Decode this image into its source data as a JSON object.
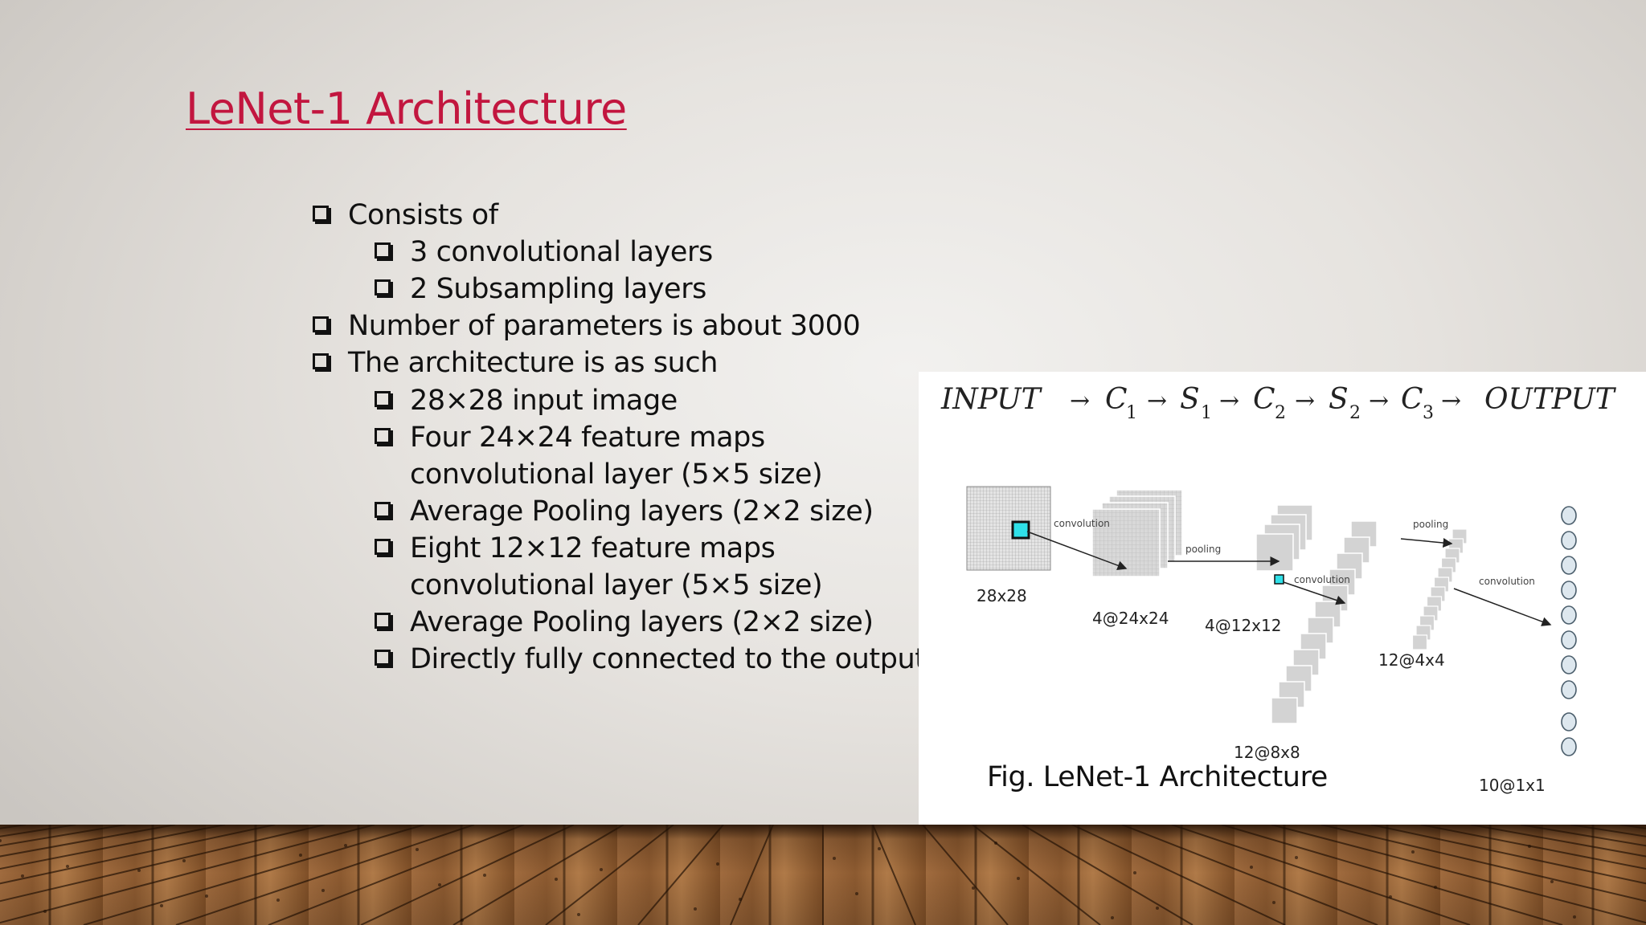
{
  "slide": {
    "title": "LeNet-1 Architecture",
    "bullets": [
      {
        "level": 1,
        "text": "Consists of"
      },
      {
        "level": 2,
        "text": "3 convolutional layers"
      },
      {
        "level": 2,
        "text": "2 Subsampling layers"
      },
      {
        "level": 1,
        "text": "Number of parameters is about 3000"
      },
      {
        "level": 1,
        "text": "The architecture is as such"
      },
      {
        "level": 2,
        "text": "28×28 input image"
      },
      {
        "level": 2,
        "text": "Four 24×24 feature maps"
      },
      {
        "level": 2,
        "continuation": true,
        "text": "convolutional layer (5×5 size)"
      },
      {
        "level": 2,
        "text": "Average Pooling layers (2×2 size)"
      },
      {
        "level": 2,
        "text": "Eight 12×12 feature maps"
      },
      {
        "level": 2,
        "continuation": true,
        "text": "convolutional layer (5×5 size)"
      },
      {
        "level": 2,
        "text": "Average Pooling layers (2×2 size)"
      },
      {
        "level": 2,
        "text": "Directly fully connected to the output"
      }
    ]
  },
  "figure": {
    "caption": "Fig. LeNet-1 Architecture",
    "formula": [
      "INPUT",
      "C",
      "1",
      "S",
      "1",
      "C",
      "2",
      "S",
      "2",
      "C",
      "3",
      "OUTPUT"
    ],
    "arrow": "→",
    "labels": {
      "input": "28x28",
      "c1": "4@24x24",
      "s1": "4@12x12",
      "c2": "12@8x8",
      "s2": "12@4x4",
      "output": "10@1x1"
    },
    "ops": {
      "conv1": "convolution",
      "pool1": "pooling",
      "conv2": "convolution",
      "pool2": "pooling",
      "conv3": "convolution"
    },
    "colors": {
      "kernel": "#2fe0e8",
      "map": "#d3d3d3",
      "grid": "#9a9a9a",
      "node": "#dde7ee"
    }
  },
  "theme": {
    "title_color": "#c2163f",
    "text_color": "#111111"
  }
}
